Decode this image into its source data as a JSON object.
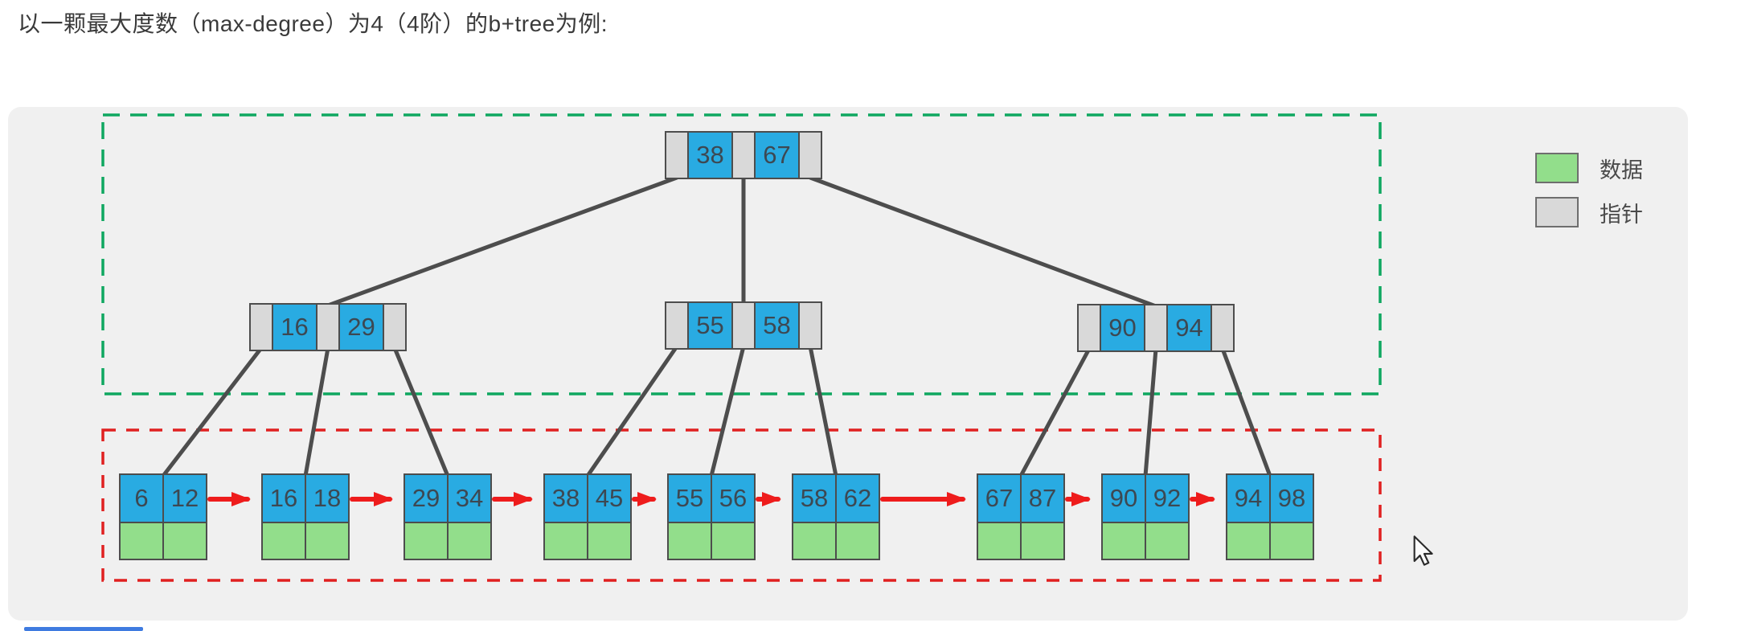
{
  "title": "以一颗最大度数（max-degree）为4（4阶）的b+tree为例:",
  "legend": {
    "items": [
      {
        "label": "数据",
        "color": "#92de8b"
      },
      {
        "label": "指针",
        "color": "#d9d9d9"
      }
    ]
  },
  "colors": {
    "key_cell": "#29abe2",
    "pointer_cell": "#d9d9d9",
    "data_cell": "#92de8b",
    "cell_border": "#4d4d4d",
    "edge_line": "#4d4d4d",
    "leaf_link_arrow": "#ee1c1c",
    "internal_group_outline": "#0fa760",
    "leaf_group_outline": "#e02020",
    "panel_background": "#f0f0f0"
  },
  "tree": {
    "root": {
      "keys": [
        "38",
        "67"
      ]
    },
    "internal_nodes": [
      {
        "keys": [
          "16",
          "29"
        ]
      },
      {
        "keys": [
          "55",
          "58"
        ]
      },
      {
        "keys": [
          "90",
          "94"
        ]
      }
    ],
    "leaf_nodes": [
      {
        "keys": [
          "6",
          "12"
        ]
      },
      {
        "keys": [
          "16",
          "18"
        ]
      },
      {
        "keys": [
          "29",
          "34"
        ]
      },
      {
        "keys": [
          "38",
          "45"
        ]
      },
      {
        "keys": [
          "55",
          "56"
        ]
      },
      {
        "keys": [
          "58",
          "62"
        ]
      },
      {
        "keys": [
          "67",
          "87"
        ]
      },
      {
        "keys": [
          "90",
          "92"
        ]
      },
      {
        "keys": [
          "94",
          "98"
        ]
      }
    ]
  }
}
